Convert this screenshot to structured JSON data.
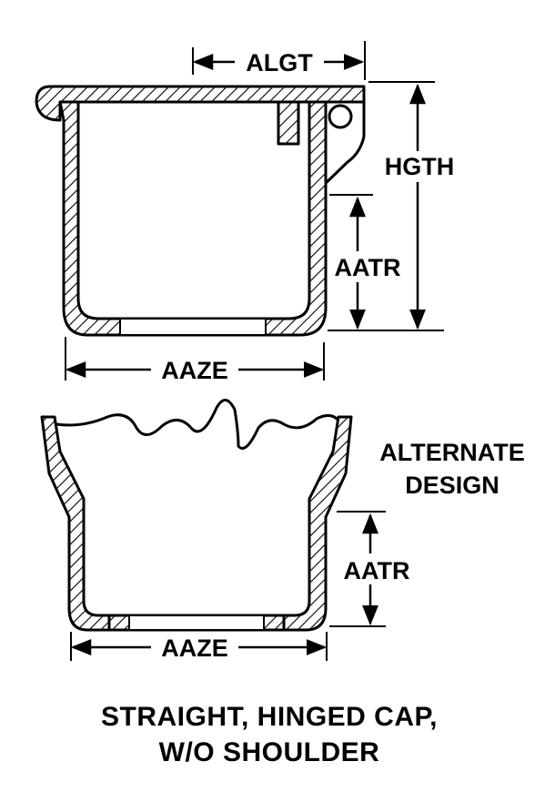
{
  "diagram": {
    "labels": {
      "algt": "ALGT",
      "hgth": "HGTH",
      "aatr_top": "AATR",
      "aaze_top": "AAZE",
      "alternate_line1": "ALTERNATE",
      "alternate_line2": "DESIGN",
      "aatr_bottom": "AATR",
      "aaze_bottom": "AAZE"
    },
    "caption": {
      "line1": "STRAIGHT, HINGED CAP,",
      "line2": "W/O SHOULDER"
    }
  }
}
